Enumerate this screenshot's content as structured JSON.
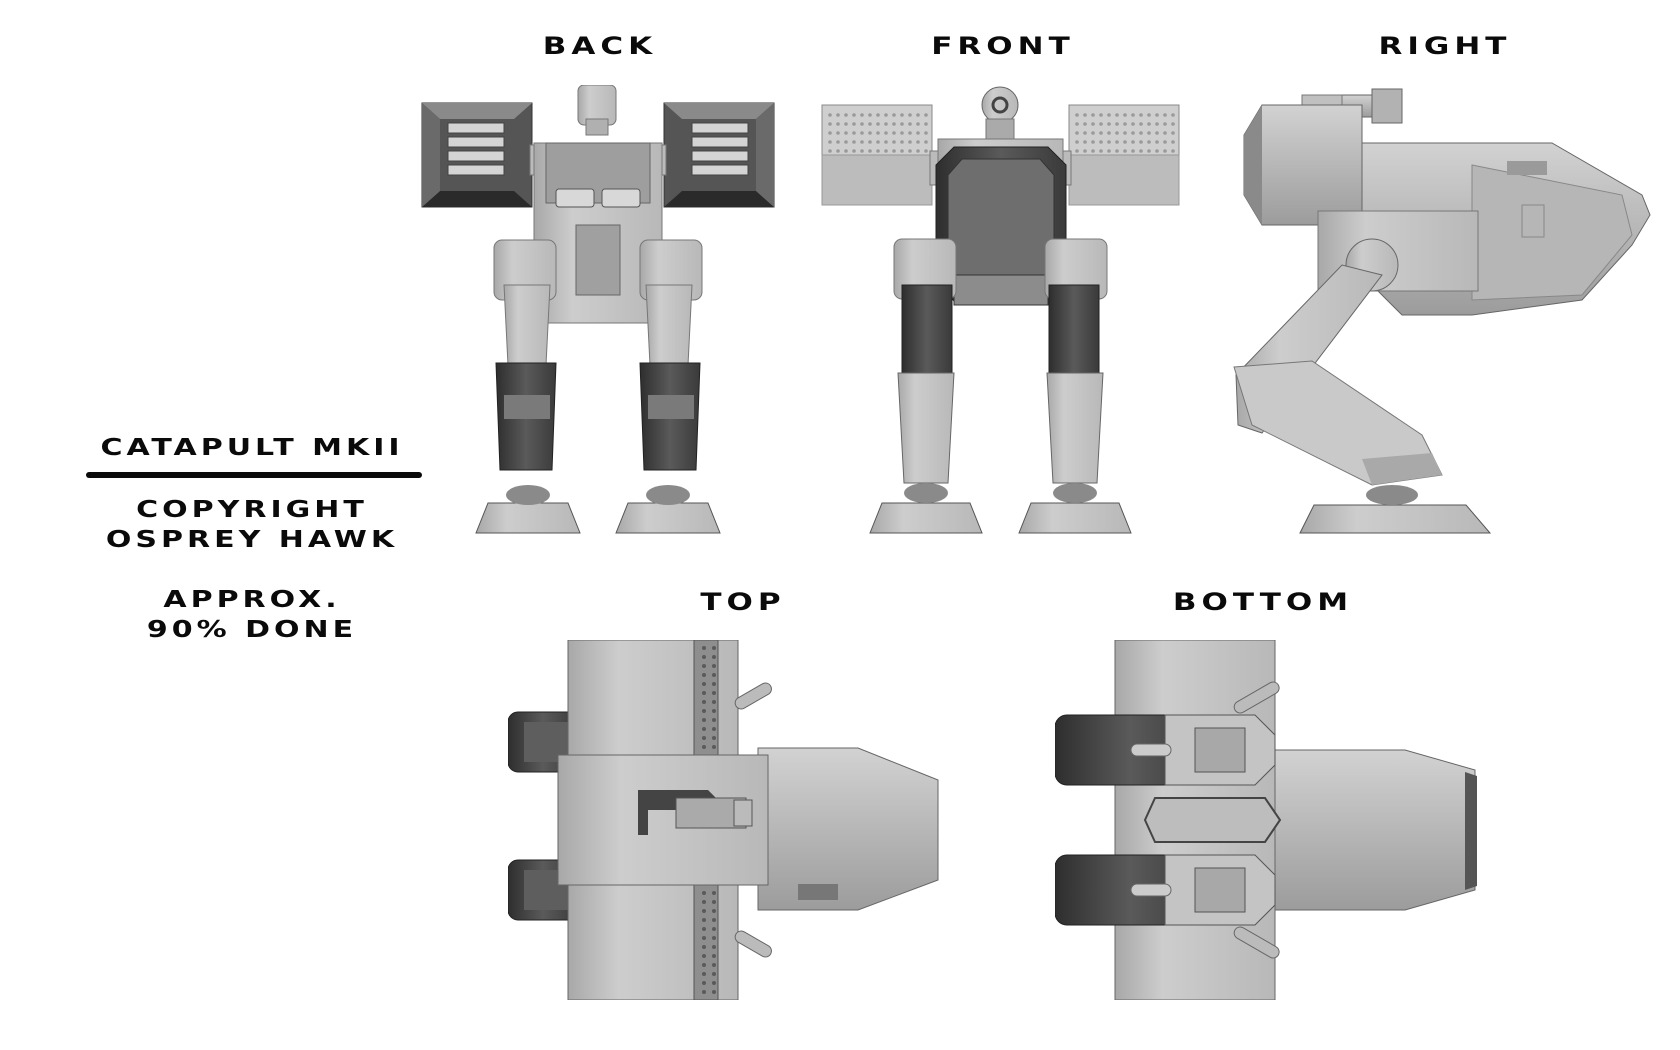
{
  "views": {
    "back": "BACK",
    "front": "FRONT",
    "right": "RIGHT",
    "top": "TOP",
    "bottom": "BOTTOM"
  },
  "info": {
    "model_name": "CATAPULT MKII",
    "copyright_line1": "COPYRIGHT",
    "copyright_line2": "OSPREY HAWK",
    "status_line1": "APPROX.",
    "status_line2": "90% DONE"
  },
  "colors": {
    "background": "#ffffff",
    "text": "#0a0a0a",
    "hull_light": "#c6c6c6",
    "hull_mid": "#9a9a9a",
    "hull_dark": "#4a4a4a"
  }
}
